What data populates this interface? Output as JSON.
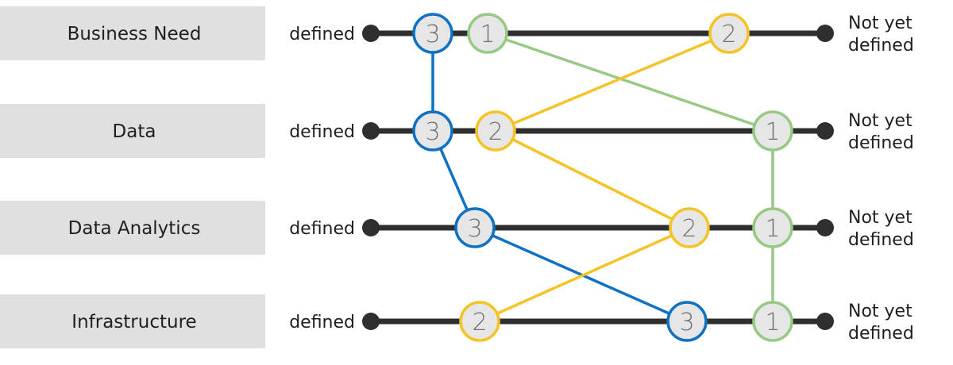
{
  "rows": [
    {
      "label": "Business Need",
      "start_label": "defined",
      "end_label": [
        "Not yet",
        "defined"
      ],
      "nodes": [
        {
          "number": "3",
          "series": "s3"
        },
        {
          "number": "1",
          "series": "s1"
        },
        {
          "number": "2",
          "series": "s2"
        }
      ]
    },
    {
      "label": "Data",
      "start_label": "defined",
      "end_label": [
        "Not yet",
        "defined"
      ],
      "nodes": [
        {
          "number": "3",
          "series": "s3"
        },
        {
          "number": "2",
          "series": "s2"
        },
        {
          "number": "1",
          "series": "s1"
        }
      ]
    },
    {
      "label": "Data Analytics",
      "start_label": "defined",
      "end_label": [
        "Not yet",
        "defined"
      ],
      "nodes": [
        {
          "number": "3",
          "series": "s3"
        },
        {
          "number": "2",
          "series": "s2"
        },
        {
          "number": "1",
          "series": "s1"
        }
      ]
    },
    {
      "label": "Infrastructure",
      "start_label": "defined",
      "end_label": [
        "Not yet",
        "defined"
      ],
      "nodes": [
        {
          "number": "2",
          "series": "s2"
        },
        {
          "number": "3",
          "series": "s3"
        },
        {
          "number": "1",
          "series": "s1"
        }
      ]
    }
  ],
  "colors": {
    "s1": "#97c985",
    "s2": "#f5c325",
    "s3": "#0e71c4",
    "track": "#2f2f2f",
    "label_box": "#e0e0e0",
    "node_fill": "#e6e6e6",
    "node_text": "#6f6f6f"
  }
}
